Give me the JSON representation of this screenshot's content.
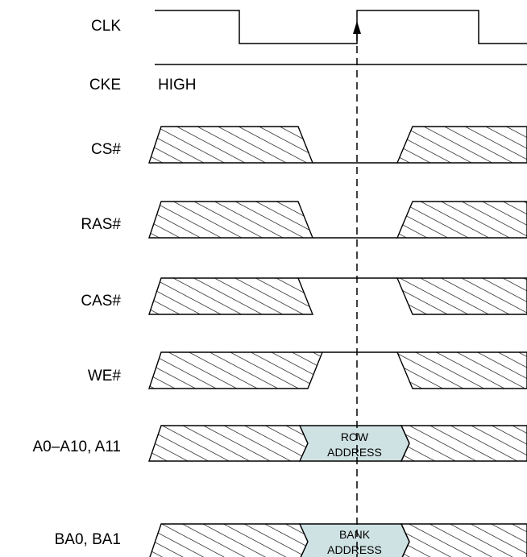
{
  "signals": {
    "clk": "CLK",
    "cke": "CKE",
    "cs": "CS#",
    "ras": "RAS#",
    "cas": "CAS#",
    "we": "WE#",
    "addr": "A0–A10, A11",
    "ba": "BA0, BA1"
  },
  "cke_state": "HIGH",
  "row_address": {
    "line1": "ROW",
    "line2": "ADDRESS"
  },
  "bank_address": {
    "line1": "BANK",
    "line2": "ADDRESS"
  },
  "colors": {
    "box_fill": "#cfe2e3",
    "line": "#000000"
  }
}
